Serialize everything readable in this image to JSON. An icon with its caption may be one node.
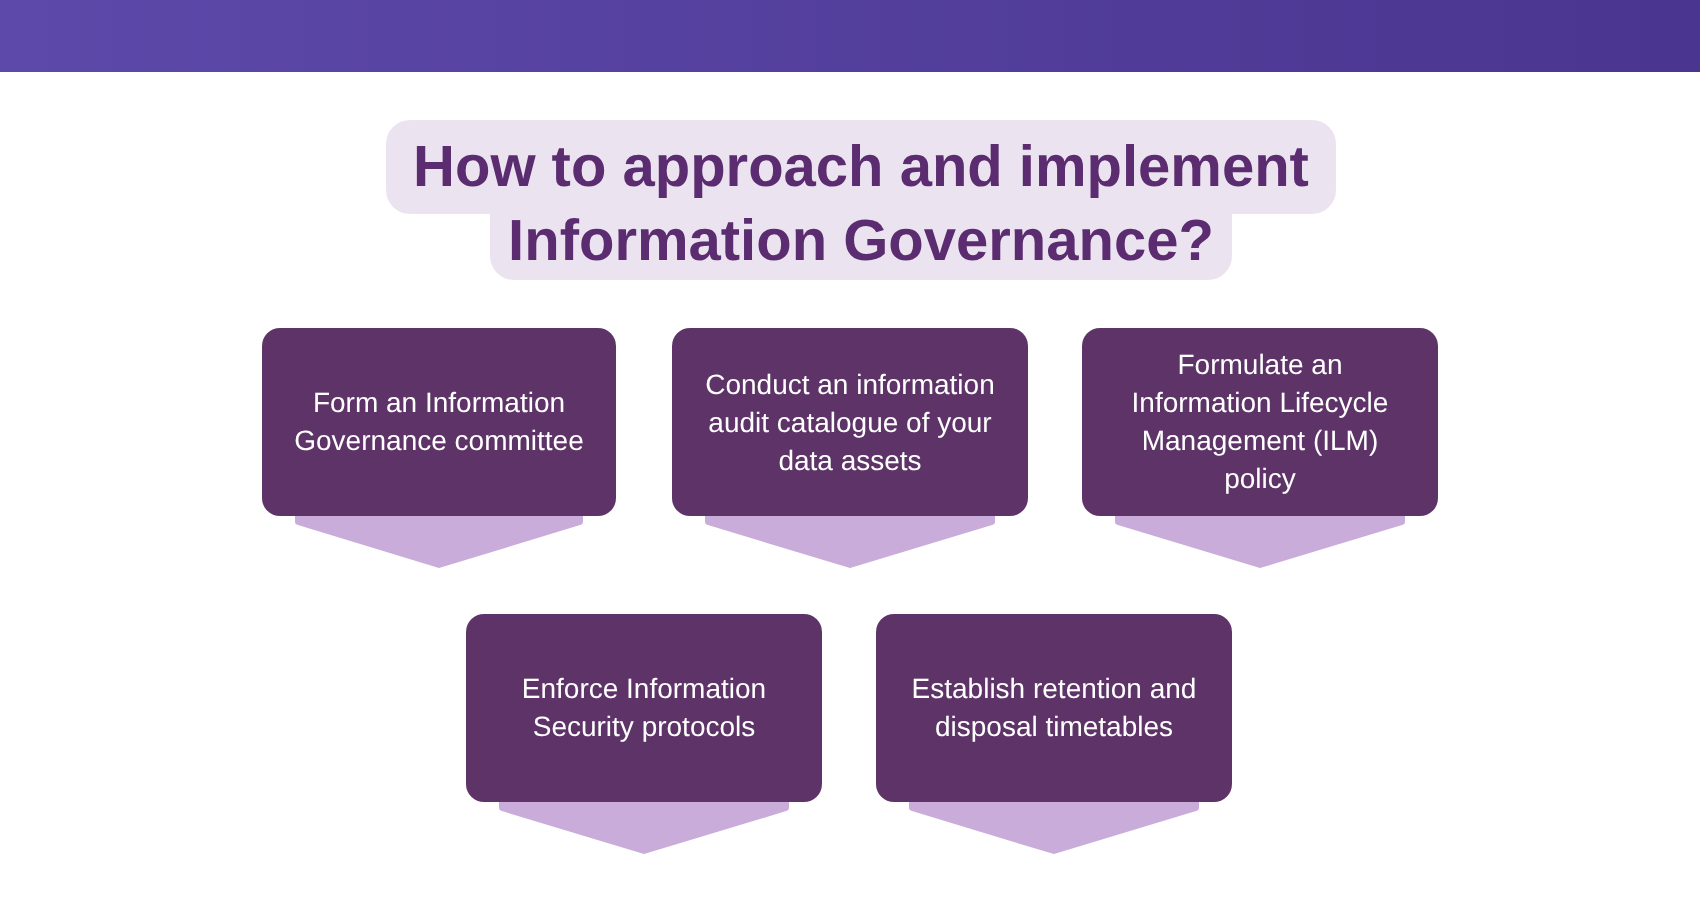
{
  "diagram": {
    "title": "How to approach and implement Information Governance?",
    "nodes": [
      {
        "text": [
          "Form an Information Governance committee"
        ]
      },
      {
        "text": [
          "Conduct an information audit catalogue of your data assets"
        ]
      },
      {
        "text": [
          "Formulate an Information Lifecycle Management (ILM) policy"
        ]
      },
      {
        "text": [
          "Enforce Information Security protocols"
        ]
      },
      {
        "text": [
          "Establish retention and disposal timetables"
        ]
      }
    ]
  }
}
